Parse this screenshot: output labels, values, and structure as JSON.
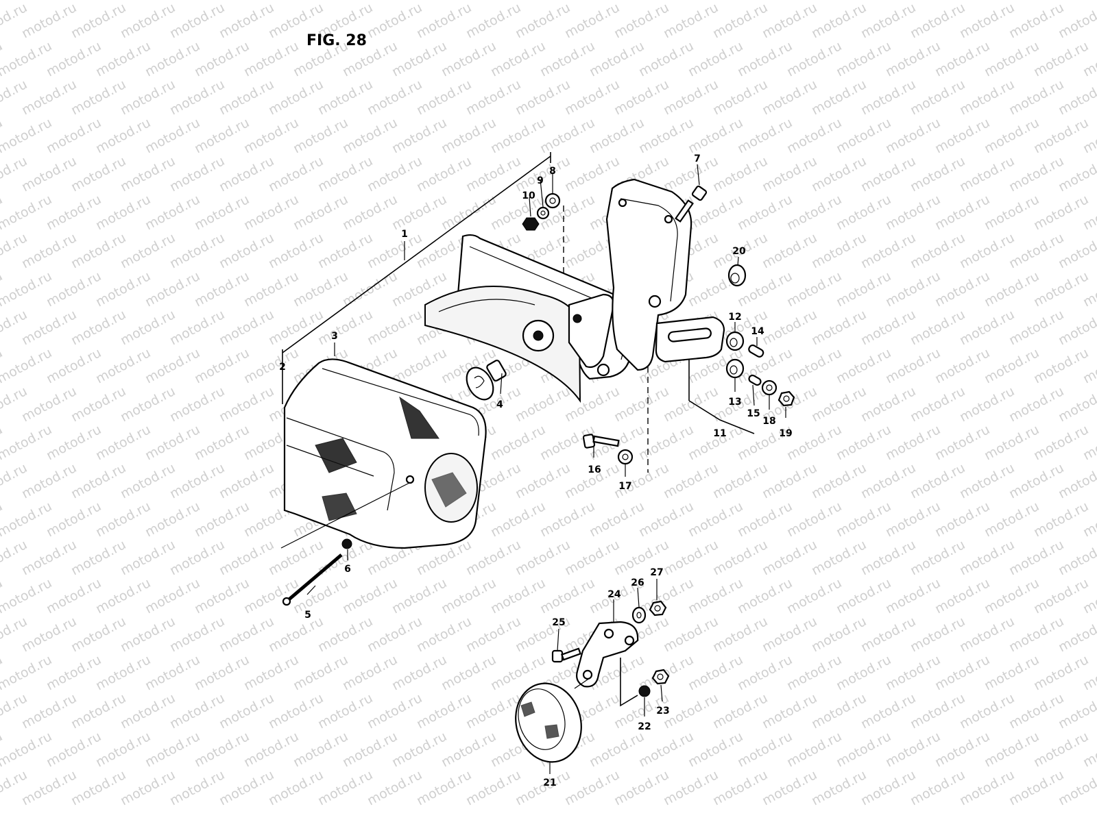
{
  "figure": {
    "title": "FIG. 28",
    "watermark_text": "motod.ru"
  },
  "callouts": [
    {
      "id": "1",
      "text": "1"
    },
    {
      "id": "2",
      "text": "2"
    },
    {
      "id": "3",
      "text": "3"
    },
    {
      "id": "4",
      "text": "4"
    },
    {
      "id": "5",
      "text": "5"
    },
    {
      "id": "6",
      "text": "6"
    },
    {
      "id": "7",
      "text": "7"
    },
    {
      "id": "8",
      "text": "8"
    },
    {
      "id": "9",
      "text": "9"
    },
    {
      "id": "10",
      "text": "10"
    },
    {
      "id": "11",
      "text": "11"
    },
    {
      "id": "12",
      "text": "12"
    },
    {
      "id": "13",
      "text": "13"
    },
    {
      "id": "14",
      "text": "14"
    },
    {
      "id": "15",
      "text": "15"
    },
    {
      "id": "16",
      "text": "16"
    },
    {
      "id": "17",
      "text": "17"
    },
    {
      "id": "18",
      "text": "18"
    },
    {
      "id": "19",
      "text": "19"
    },
    {
      "id": "20",
      "text": "20"
    },
    {
      "id": "21",
      "text": "21"
    },
    {
      "id": "22",
      "text": "22"
    },
    {
      "id": "23",
      "text": "23"
    },
    {
      "id": "24",
      "text": "24"
    },
    {
      "id": "25",
      "text": "25"
    },
    {
      "id": "26",
      "text": "26"
    },
    {
      "id": "27",
      "text": "27"
    }
  ]
}
